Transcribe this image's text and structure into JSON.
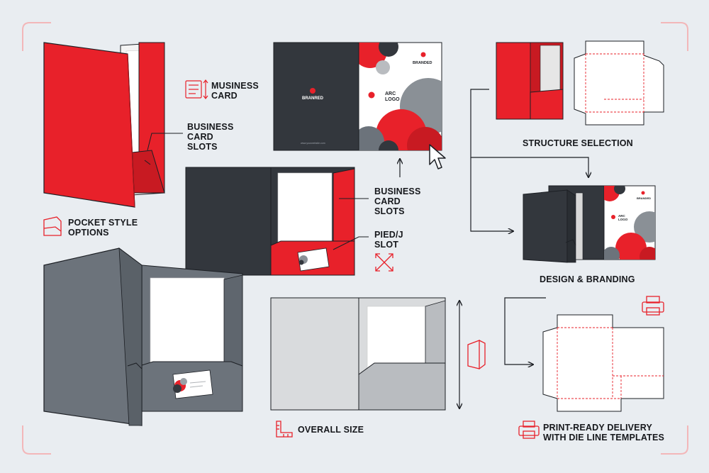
{
  "labels": {
    "musiness_card": [
      "MUSINESS",
      "CARD"
    ],
    "business_card_slots_top": [
      "BUSINESS",
      "CARD",
      "SLOTS"
    ],
    "pocket_style_options": [
      "POCKET STYLE",
      "OPTIONS"
    ],
    "business_card_slots_mid": [
      "BUSINESS",
      "CARD",
      "SLOTS"
    ],
    "pied_slot": [
      "PIED/J",
      "SLOT"
    ],
    "overall_size": "OVERALL SIZE",
    "structure_selection": "STRUCTURE SELECTION",
    "design_branding": "DESIGN & BRANDING",
    "print_ready": [
      "PRINT-READY DELIVERY",
      "WITH DIE LINE TEMPLATES"
    ]
  },
  "mockup_text": {
    "branded_center": "BRANRED",
    "branded_right": "BRANDED",
    "arc_logo": [
      "ARC",
      "LOGO"
    ],
    "website": "www.yourwebsite.com",
    "small_branded": "BRANDED",
    "small_arc_logo": [
      "ARC",
      "LOGO"
    ]
  },
  "colors": {
    "accent_red": "#e8212a",
    "charcoal": "#33373d",
    "slate": "#6c737b",
    "light_grey": "#d9dbdd",
    "background": "#e9edf1"
  },
  "icons": [
    "card-icon",
    "pocket-icon",
    "resize-icon",
    "folder-outline-icon",
    "ruler-icon",
    "printer-icon",
    "cursor-icon"
  ]
}
